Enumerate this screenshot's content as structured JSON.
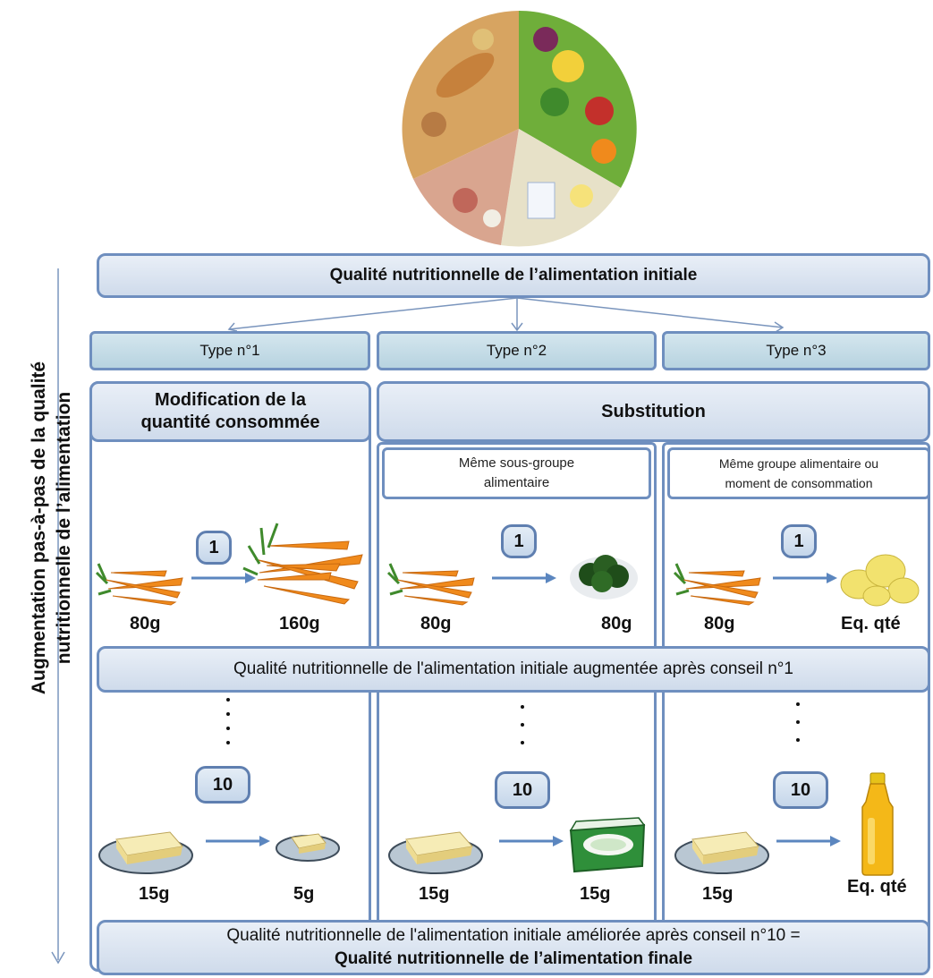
{
  "side_label": {
    "line1": "Augmentation pas-à-pas de la qualité",
    "line2": "nutritionnelle de l’alimentation"
  },
  "top_box": "Qualité nutritionnelle de l’alimentation initiale",
  "types": [
    "Type n°1",
    "Type n°2",
    "Type n°3"
  ],
  "col1_title": {
    "line1": "Modification de la",
    "line2": "quantité consommée"
  },
  "substitution_title": "Substitution",
  "sub_headers": [
    {
      "line1": "Même sous-groupe",
      "line2": "alimentaire"
    },
    {
      "line1": "Même groupe alimentaire ou",
      "line2": "moment de consommation"
    }
  ],
  "step1_label": "1",
  "step10_label": "10",
  "step1_quantities": [
    {
      "from": "80g",
      "to": "160g"
    },
    {
      "from": "80g",
      "to": "80g"
    },
    {
      "from": "80g",
      "to": "Eq. qté"
    }
  ],
  "middle_box": "Qualité nutritionnelle de l'alimentation initiale augmentée après conseil n°1",
  "step10_quantities": [
    {
      "from": "15g",
      "to": "5g"
    },
    {
      "from": "15g",
      "to": "15g"
    },
    {
      "from": "15g",
      "to": "Eq. qté"
    }
  ],
  "bottom_box": {
    "line1": "Qualité nutritionnelle de l'alimentation initiale améliorée après conseil n°10 =",
    "line2": "Qualité nutritionnelle de l’alimentation finale"
  },
  "colors": {
    "box_border": "#6f8fbf",
    "arrow": "#5b86bf",
    "carrot": "#f08a1c",
    "butter": "#f3e6a6"
  },
  "icons": [
    "food-plate-icon",
    "carrot-icon",
    "spinach-icon",
    "potato-icon",
    "butter-icon",
    "margarine-icon",
    "oil-bottle-icon"
  ]
}
